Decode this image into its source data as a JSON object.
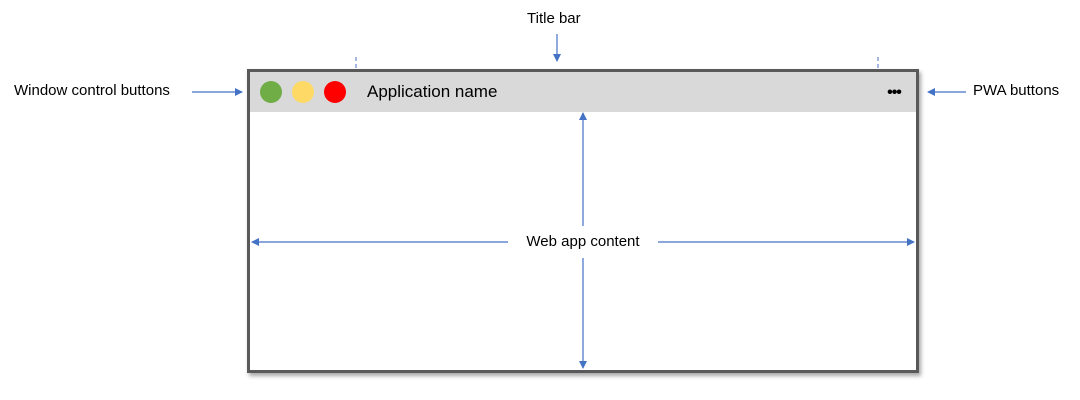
{
  "labels": {
    "title_bar": "Title bar",
    "window_control_buttons": "Window control buttons",
    "pwa_buttons": "PWA buttons",
    "web_app_content": "Web app content"
  },
  "window": {
    "application_name": "Application name",
    "more_button_glyph": "•••",
    "control_buttons": [
      {
        "name": "green",
        "color": "#70ad47"
      },
      {
        "name": "yellow",
        "color": "#ffd966"
      },
      {
        "name": "red",
        "color": "#ff0000"
      }
    ]
  },
  "colors": {
    "arrow": "#4472c4",
    "titlebar": "#d9d9d9",
    "window_border": "#595959"
  }
}
